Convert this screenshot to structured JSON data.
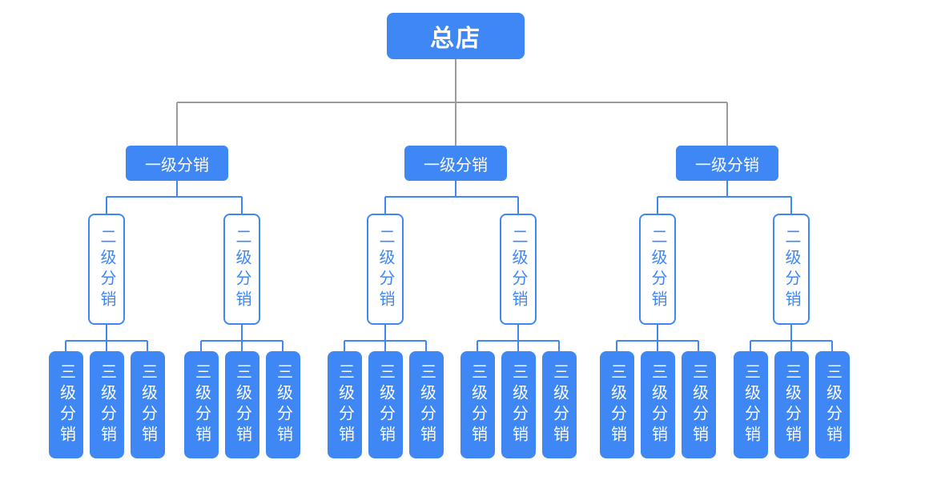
{
  "diagram": {
    "title": "distribution-hierarchy-org-chart",
    "root_label": "总店",
    "level1_label": "一级分销",
    "level2_label": "二级分销",
    "level3_label": "三级分销",
    "level1_count": 3,
    "level2_count": 6,
    "level3_count": 18
  },
  "colors": {
    "node_blue": "#3E87F4",
    "node_text_white": "#FFFFFF",
    "level2_text_blue": "#3E87F4",
    "line_gray": "#9B9B9B",
    "line_blue": "#3E87F4",
    "background": "#FFFFFF"
  }
}
